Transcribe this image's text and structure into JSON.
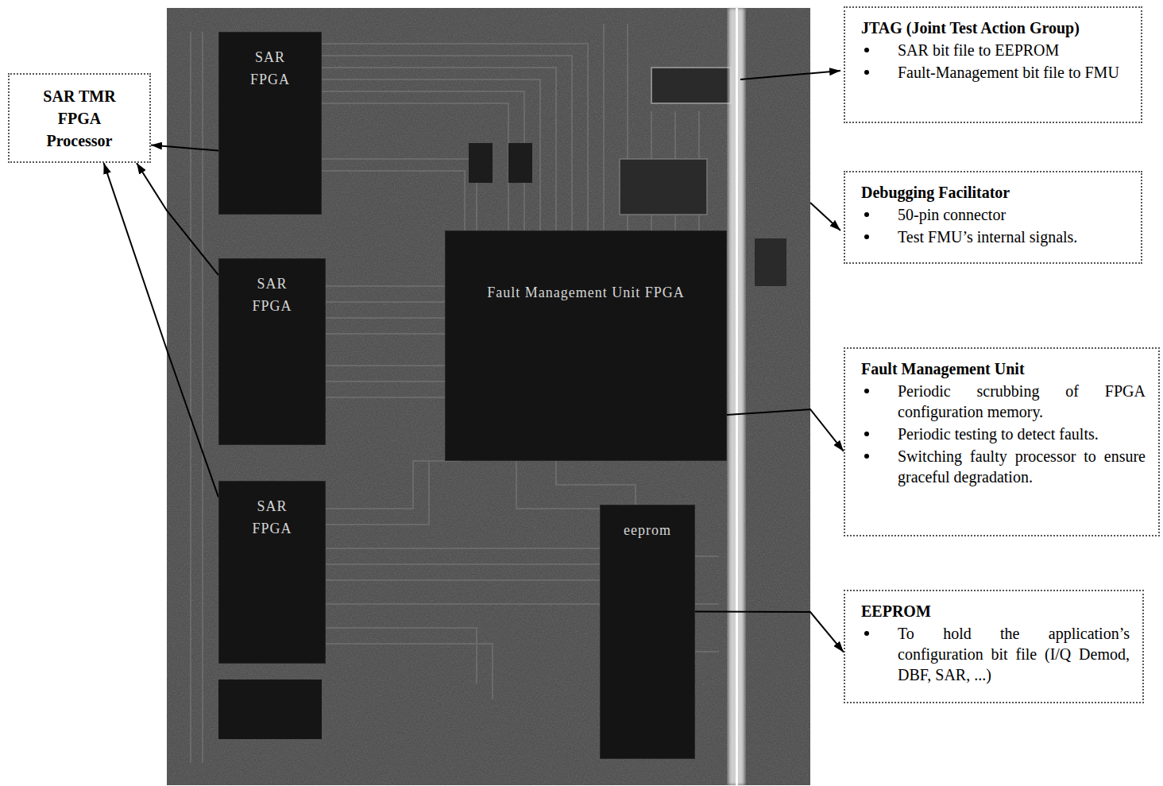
{
  "diagram": {
    "nodes": [
      {
        "text": [
          "SAR TMR FPGA Processor"
        ]
      },
      {
        "text": [
          "SAR FPGA"
        ]
      },
      {
        "text": [
          "SAR FPGA"
        ]
      },
      {
        "text": [
          "SAR FPGA"
        ]
      },
      {
        "text": [
          "Fault Management Unit FPGA"
        ]
      },
      {
        "text": [
          "eeprom"
        ]
      },
      {
        "text": [
          "JTAG (Joint Test Action Group)",
          "SAR bit file to EEPROM",
          "Fault-Management bit file to FMU"
        ]
      },
      {
        "text": [
          "Debugging Facilitator",
          "50-pin connector",
          "Test FMU’s internal signals."
        ]
      },
      {
        "text": [
          "Fault Management Unit",
          "Periodic scrubbing of FPGA configuration memory.",
          "Periodic testing to detect faults.",
          "Switching faulty processor to ensure graceful degradation."
        ]
      },
      {
        "text": [
          "EEPROM",
          "To hold the application’s configuration bit file (I/Q Demod, DBF, SAR, ...)"
        ]
      }
    ],
    "edges": [
      {
        "from": 1,
        "to": 0,
        "arrow": "to"
      },
      {
        "from": 2,
        "to": 0,
        "arrow": "to"
      },
      {
        "from": 3,
        "to": 0,
        "arrow": "to"
      },
      {
        "from": 4,
        "to": 8,
        "arrow": "to"
      },
      {
        "from": 5,
        "to": 9,
        "arrow": "to"
      }
    ]
  }
}
